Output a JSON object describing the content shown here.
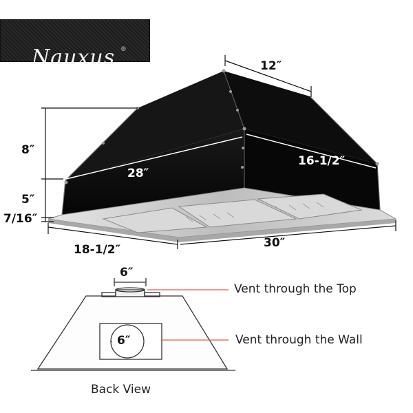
{
  "brand": {
    "name": "Nauxus",
    "registered": "®"
  },
  "dimensions": {
    "top_depth": "12″",
    "height_upper": "8″",
    "height_lower": "5″",
    "edge": "7/16″",
    "front_width": "28″",
    "side_depth": "16-1/2″",
    "bottom_depth": "18-1/2″",
    "bottom_width": "30″",
    "top_vent": "6″",
    "wall_vent": "6″"
  },
  "callouts": {
    "top": "Vent through the Top",
    "wall": "Vent through the Wall"
  },
  "back_view": {
    "caption": "Back View"
  },
  "colors": {
    "hood": "#111111",
    "steel": "#c9c9c9",
    "callout_line": "#e35b4f"
  }
}
